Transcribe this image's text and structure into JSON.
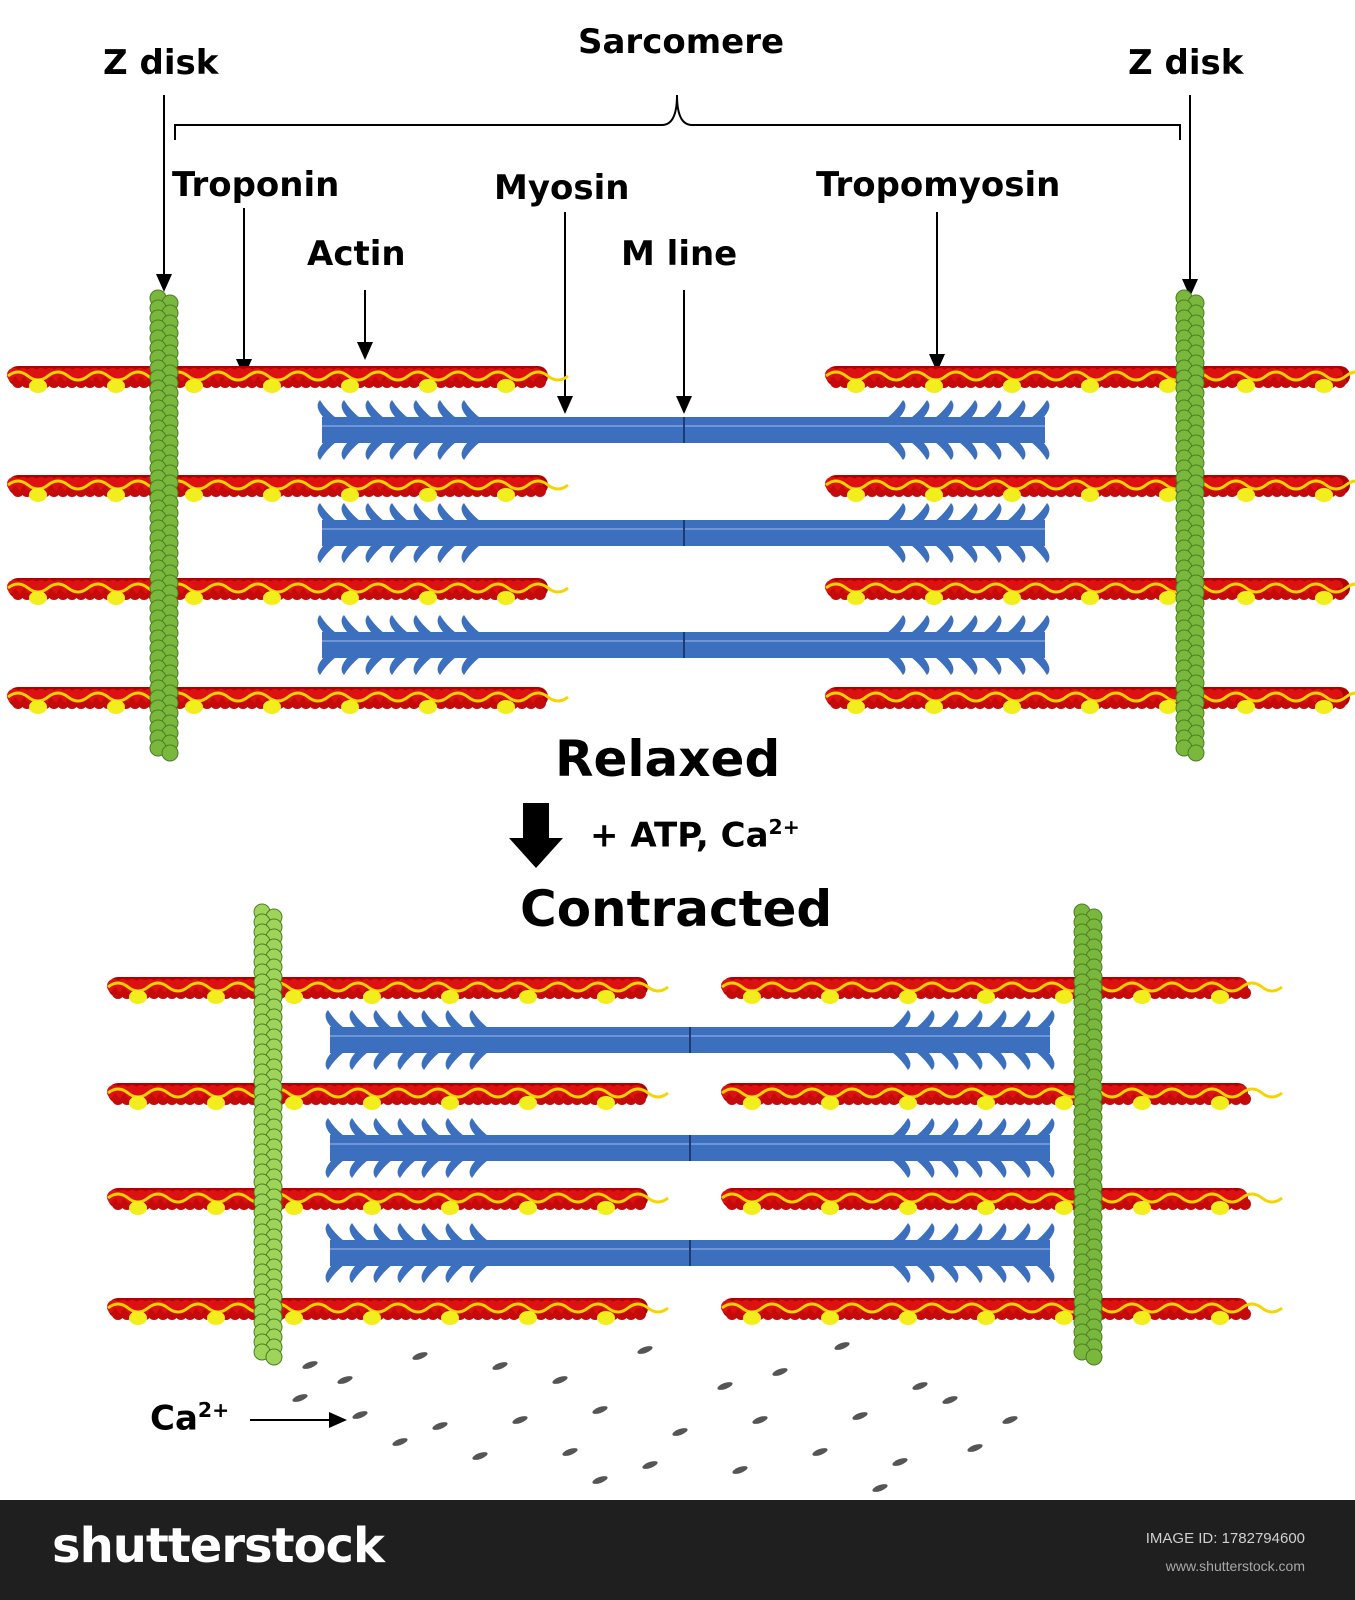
{
  "labels": {
    "z_disk_left": "Z disk",
    "z_disk_right": "Z disk",
    "sarcomere": "Sarcomere",
    "troponin": "Troponin",
    "actin": "Actin",
    "myosin": "Myosin",
    "m_line": "M line",
    "tropomyosin": "Tropomyosin",
    "relaxed": "Relaxed",
    "reagents": "+ ATP, Ca",
    "reagents_sup": "2+",
    "contracted": "Contracted",
    "calcium": "Ca",
    "calcium_sup": "2+"
  },
  "watermark": {
    "logo": "shutterstock",
    "image_id": "IMAGE ID: 1782794600",
    "site": "www.shutterstock.com"
  },
  "colors": {
    "actin_red": "#dd1111",
    "troponin_yellow": "#f2ee1e",
    "tropomyosin_line": "#f5d400",
    "myosin_blue": "#3d6fbf",
    "z_disk_green": "#79b83c",
    "z_disk_light_green": "#9ed45a",
    "calcium_gray": "#555555",
    "footer_bg": "#1f1f1f"
  }
}
